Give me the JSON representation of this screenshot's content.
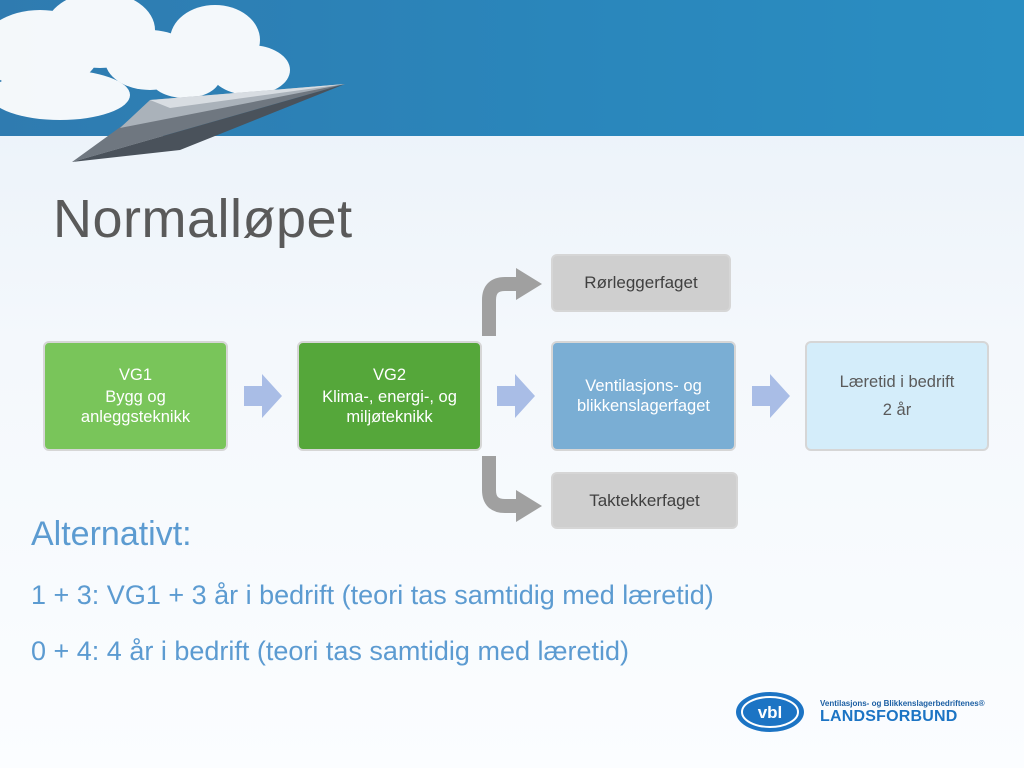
{
  "slide": {
    "title": "Normalløpet"
  },
  "flow": {
    "vg1": {
      "line1": "VG1",
      "line2": "Bygg og anleggsteknikk"
    },
    "vg2": {
      "line1": "VG2",
      "line2": "Klima-, energi-, og miljøteknikk"
    },
    "ventilasjon": {
      "text": "Ventilasjons- og blikkenslagerfaget"
    },
    "laeretid": {
      "line1": "Læretid i bedrift",
      "line2": "2 år"
    },
    "rorlegger": {
      "text": "Rørleggerfaget"
    },
    "taktekker": {
      "text": "Taktekkerfaget"
    }
  },
  "alternatives": {
    "heading": "Alternativt:",
    "items": [
      "1 + 3: VG1 + 3 år i bedrift (teori tas samtidig med læretid)",
      "0 + 4: 4 år i bedrift (teori tas samtidig med læretid)"
    ]
  },
  "logo": {
    "mark": "vbl",
    "tagline": "Ventilasjons- og Blikkenslagerbedriftenes®",
    "name": "LANDSFORBUND"
  },
  "colors": {
    "banner": "#2a86bb",
    "vg1": "#79c55a",
    "vg2": "#55a73a",
    "ventilasjon": "#7aaed4",
    "laeretid": "#d4edfa",
    "gray_box": "#cfcfcf",
    "arrow": "#a9bde6",
    "text_blue": "#5c9bd1"
  }
}
